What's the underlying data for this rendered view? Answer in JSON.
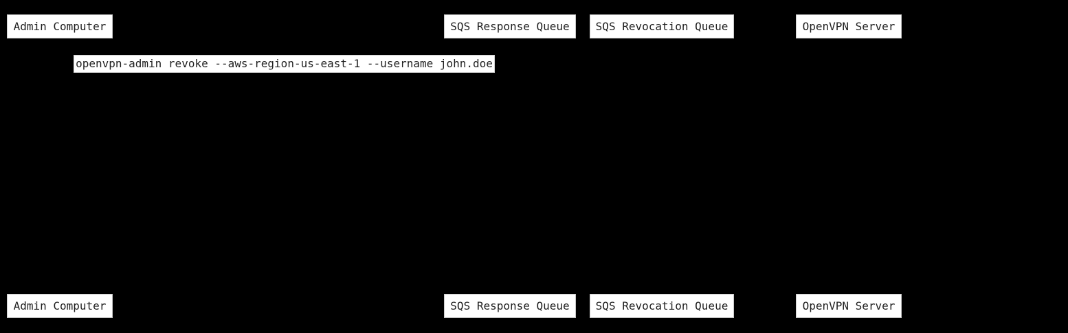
{
  "diagram": {
    "type": "sequence-diagram",
    "colors": {
      "background": "#000000",
      "box_fill": "#ffffff",
      "box_border": "#c9c9c9",
      "box_text": "#1f1f1f"
    },
    "participants": [
      {
        "label": "Admin Computer"
      },
      {
        "label": "SQS Response Queue"
      },
      {
        "label": "SQS Revocation Queue"
      },
      {
        "label": "OpenVPN Server"
      }
    ],
    "message": {
      "label": "openvpn-admin revoke --aws-region-us-east-1 --username john.doe"
    }
  }
}
